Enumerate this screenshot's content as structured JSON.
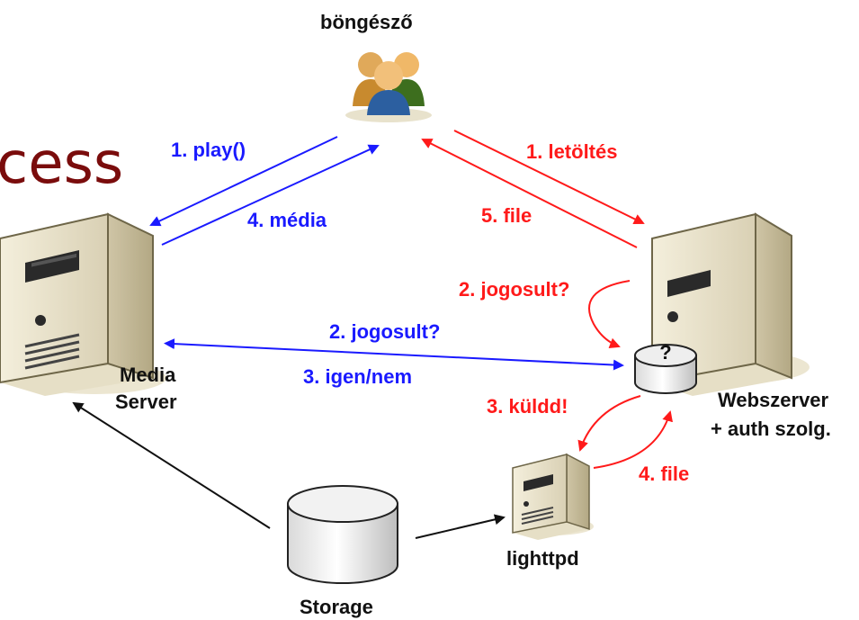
{
  "nodes": {
    "browser": "böngésző",
    "media_server": [
      "Media",
      "Server"
    ],
    "webserver": [
      "Webszerver",
      "+ auth szolg."
    ],
    "lighttpd": "lighttpd",
    "storage": "Storage",
    "db_mark": "?"
  },
  "partial_title": "cess",
  "arrows": {
    "media_play": "1. play()",
    "media_media": "4. média",
    "media_jogosult": "2. jogosult?",
    "media_igen": "3. igen/nem",
    "web_letoltes": "1. letöltés",
    "web_file": "5. file",
    "web_jogosult": "2. jogosult?",
    "web_kuldd": "3. küldd!",
    "light_file": "4. file"
  },
  "colors": {
    "media_flow": "#1a1aff",
    "web_flow": "#ff1a1a",
    "storage_flow": "#111111"
  }
}
